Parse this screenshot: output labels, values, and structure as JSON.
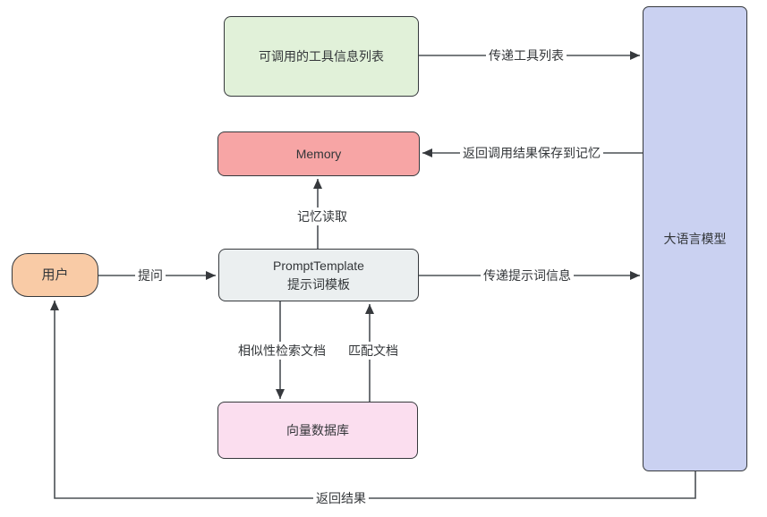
{
  "diagram": {
    "title": "LLM agent prompt flow diagram",
    "nodes": {
      "tools_list": {
        "label": "可调用的工具信息列表"
      },
      "memory": {
        "label": "Memory"
      },
      "user": {
        "label": "用户"
      },
      "prompt_template": {
        "label_line1": "PromptTemplate",
        "label_line2": "提示词模板"
      },
      "vector_db": {
        "label": "向量数据库"
      },
      "llm": {
        "label": "大语言模型"
      }
    },
    "edges": {
      "pass_tool_list": {
        "label": "传递工具列表",
        "from": "tools_list",
        "to": "llm"
      },
      "save_result_to_memory": {
        "label": "返回调用结果保存到记忆",
        "from": "llm",
        "to": "memory"
      },
      "memory_read": {
        "label": "记忆读取",
        "from": "prompt_template",
        "to": "memory"
      },
      "ask_question": {
        "label": "提问",
        "from": "user",
        "to": "prompt_template"
      },
      "pass_prompt_info": {
        "label": "传递提示词信息",
        "from": "prompt_template",
        "to": "llm"
      },
      "similarity_search_docs": {
        "label": "相似性检索文档",
        "from": "prompt_template",
        "to": "vector_db"
      },
      "match_docs": {
        "label": "匹配文档",
        "from": "vector_db",
        "to": "prompt_template"
      },
      "return_result": {
        "label": "返回结果",
        "from": "llm",
        "to": "user"
      }
    },
    "colors": {
      "tools_fill": "#e1f1d9",
      "memory_fill": "#f7a5a5",
      "user_fill": "#f9cba6",
      "prompt_fill": "#ebeff0",
      "vector_fill": "#fbdeef",
      "llm_fill": "#cad1f1",
      "border": "#36393d",
      "line": "#4b5055",
      "text": "#333639",
      "bg": "#ffffff"
    }
  }
}
